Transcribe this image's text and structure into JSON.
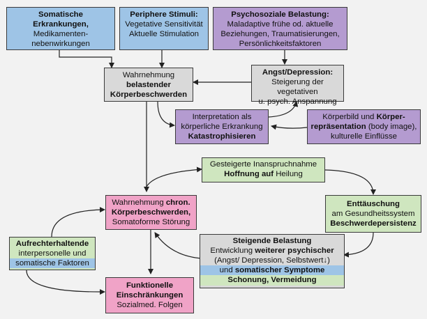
{
  "boxes": {
    "somatic": {
      "title": "Somatische Erkrankungen,",
      "line1": "Medikamenten-",
      "line2": "nebenwirkungen"
    },
    "peripheral": {
      "title": "Periphere Stimuli:",
      "line1": "Vegetative Sensitivität",
      "line2": "Aktuelle Stimulation"
    },
    "psychosocial": {
      "title": "Psychosoziale Belastung:",
      "line1": "Maladaptive frühe od. aktuelle",
      "line2": "Beziehungen, Traumatisierungen,",
      "line3": "Persönlichkeitsfaktoren"
    },
    "perception": {
      "line1": "Wahrnehmung",
      "line2": "belastender",
      "line3": "Körperbeschwerden"
    },
    "anxiety": {
      "title": "Angst/Depression:",
      "line1": "Steigerung der vegetativen",
      "line2": "u. psych. Anspannung"
    },
    "interpretation": {
      "line1": "Interpretation als",
      "line2": "körperliche Erkrankung",
      "line3": "Katastrophisieren"
    },
    "bodyimage": {
      "line1a": "Körperbild und ",
      "line1b": "Körper-",
      "line2a": "repräsentation",
      "line2b": " (body image),",
      "line3": "kulturelle Einflüsse"
    },
    "utilization": {
      "line1": "Gesteigerte Inanspruchnahme",
      "line2a": "Hoffnung auf",
      "line2b": " Heilung"
    },
    "chronic": {
      "line1a": "Wahrnehmung ",
      "line1b": "chron.",
      "line2": "Körperbeschwerden,",
      "line3": "Somatoforme Störung"
    },
    "disappointment": {
      "line1": "Enttäuschung",
      "line2": "am Gesundheitssystem",
      "line3": "Beschwerdepersistenz"
    },
    "maintaining": {
      "line1": "Aufrechterhaltende",
      "line2": "interpersonelle und",
      "line3": "somatische Faktoren"
    },
    "stress": {
      "line1": "Steigende Belastung",
      "line2a": "Entwicklung ",
      "line2b": "weiterer psychischer",
      "line3": "(Angst/ Depression, Selbstwert↓)",
      "line4a": "und ",
      "line4b": "somatischer Symptome",
      "line5": "Schonung, Vermeidung"
    },
    "functional": {
      "line1": "Funktionelle",
      "line2": "Einschränkungen",
      "line3": "Sozialmed. Folgen"
    }
  }
}
